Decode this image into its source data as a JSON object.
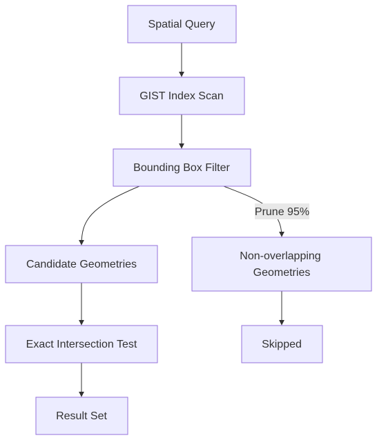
{
  "nodes": {
    "spatial_query": "Spatial Query",
    "gist_index_scan": "GIST Index Scan",
    "bounding_box_filter": "Bounding Box Filter",
    "candidate_geometries": "Candidate Geometries",
    "non_overlapping_line1": "Non-overlapping",
    "non_overlapping_line2": "Geometries",
    "exact_intersection_test": "Exact Intersection Test",
    "skipped": "Skipped",
    "result_set": "Result Set"
  },
  "edges": {
    "prune_label": "Prune 95%"
  },
  "colors": {
    "node_fill": "#ececff",
    "node_stroke": "#9370db",
    "edge": "#333333",
    "label_bg": "#e8e8e8"
  }
}
